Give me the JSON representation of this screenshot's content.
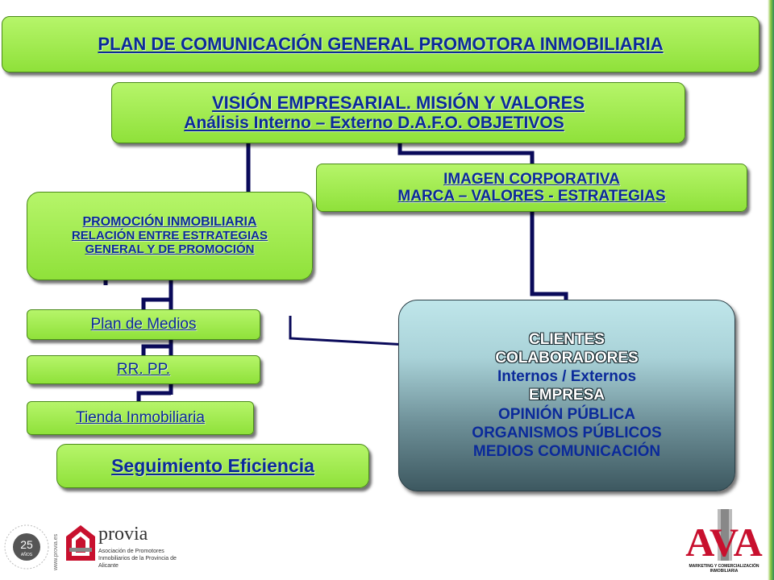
{
  "title": "PLAN DE COMUNICACIÓN GENERAL PROMOTORA INMOBILIARIA",
  "vision": {
    "line1": "VISIÓN EMPRESARIAL.  MISIÓN Y VALORES",
    "line2": "Análisis Interno – Externo   D.A.F.O.  OBJETIVOS"
  },
  "imagen": {
    "line1": "IMAGEN CORPORATIVA",
    "line2": "MARCA – VALORES - ESTRATEGIAS"
  },
  "promocion": {
    "line1": "PROMOCIÓN INMOBILIARIA",
    "line2": "RELACIÓN ENTRE ESTRATEGIAS",
    "line3": "GENERAL  Y DE PROMOCIÓN"
  },
  "plan_medios": "Plan de Medios",
  "rrpp": "RR. PP.",
  "tienda": "Tienda Inmobiliaria",
  "seguimiento": "Seguimiento Eficiencia",
  "clientes": [
    "CLIENTES",
    "COLABORADORES",
    "Internos / Externos",
    "EMPRESA",
    "OPINIÓN PÚBLICA",
    "ORGANISMOS PÚBLICOS",
    "MEDIOS COMUNICACIÓN"
  ],
  "logos": {
    "anniversary": "25",
    "anniversary_sub": "AÑOS",
    "provia_name": "provia",
    "provia_sub": "Asociación de Promotores Inmobiliarios de la Provincia de Alicante",
    "provia_url": "www.provia.es",
    "ava_name": "AVA",
    "ava_sub": "MARKETING Y COMERCIALIZACIÓN INMOBILIARIA"
  },
  "colors": {
    "box_green": "#9fea4f",
    "text_blue": "#0b2a9a",
    "connector": "#0a0a5a",
    "clientes_top": "#bfe6ea",
    "clientes_bottom": "#3d5860"
  }
}
